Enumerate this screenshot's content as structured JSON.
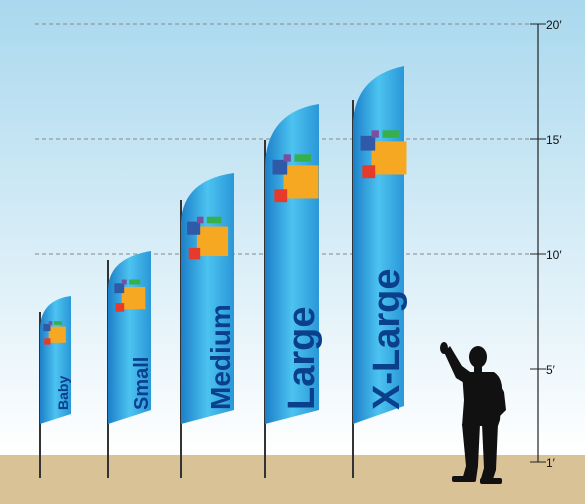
{
  "scale": {
    "marks": [
      {
        "label": "20′",
        "feet": 20
      },
      {
        "label": "15′",
        "feet": 15
      },
      {
        "label": "10′",
        "feet": 10
      },
      {
        "label": "5′",
        "feet": 5
      },
      {
        "label": "1′",
        "feet": 1
      }
    ]
  },
  "flags": [
    {
      "label": "Baby"
    },
    {
      "label": "Small"
    },
    {
      "label": "Medium"
    },
    {
      "label": "Large"
    },
    {
      "label": "X-Large"
    }
  ],
  "colors": {
    "sky_top": "#a9d8ee",
    "sky_bottom": "#ffffff",
    "ground": "#d9c396",
    "flag_light": "#4cc3f0",
    "flag_dark": "#1c7fc9",
    "flag_text": "#0a3f8c",
    "pole": "#333333",
    "logo_orange": "#f7a822",
    "logo_blue": "#2f5aa8",
    "logo_red": "#e63a2d",
    "logo_green": "#35b04a",
    "logo_purple": "#7b4fa0"
  },
  "icons": [
    "pointing-man-silhouette-icon",
    "logo-squares-icon"
  ]
}
